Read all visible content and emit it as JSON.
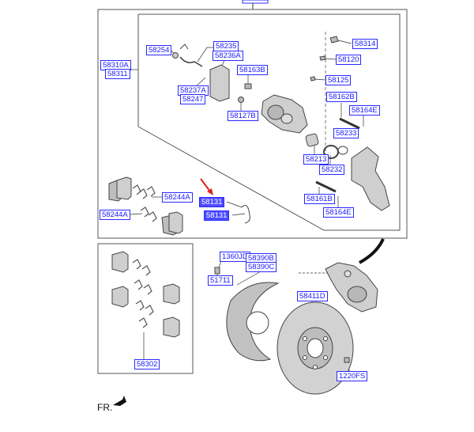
{
  "labels": {
    "p58254": "58254",
    "p58235": "58235",
    "p58236A": "58236A",
    "p58314": "58314",
    "p58310A": "58310A",
    "p58311": "58311",
    "p58120": "58120",
    "p58163B": "58163B",
    "p58125": "58125",
    "p58237A": "58237A",
    "p58247": "58247",
    "p58162B": "58162B",
    "p58164E_top": "58164E",
    "p58127B": "58127B",
    "p58233": "58233",
    "p58213": "58213",
    "p58232": "58232",
    "p58244A_1": "58244A",
    "p58131_1": "58131",
    "p58161B": "58161B",
    "p58244A_2": "58244A",
    "p58131_2": "58131",
    "p58164E_bot": "58164E",
    "p1360JD": "1360JD",
    "p58390B": "58390B",
    "p58390C": "58390C",
    "p51711": "51711",
    "p58411D": "58411D",
    "p58302": "58302",
    "p1220FS": "1220FS"
  },
  "footer": {
    "direction": "FR."
  },
  "colors": {
    "label_border": "#2a2aff",
    "label_text": "#1a1aff",
    "highlight_fill": "#4d4dff",
    "callout_arrow": "#e02020",
    "line": "#333333",
    "part_fill": "#c8c8c8"
  }
}
